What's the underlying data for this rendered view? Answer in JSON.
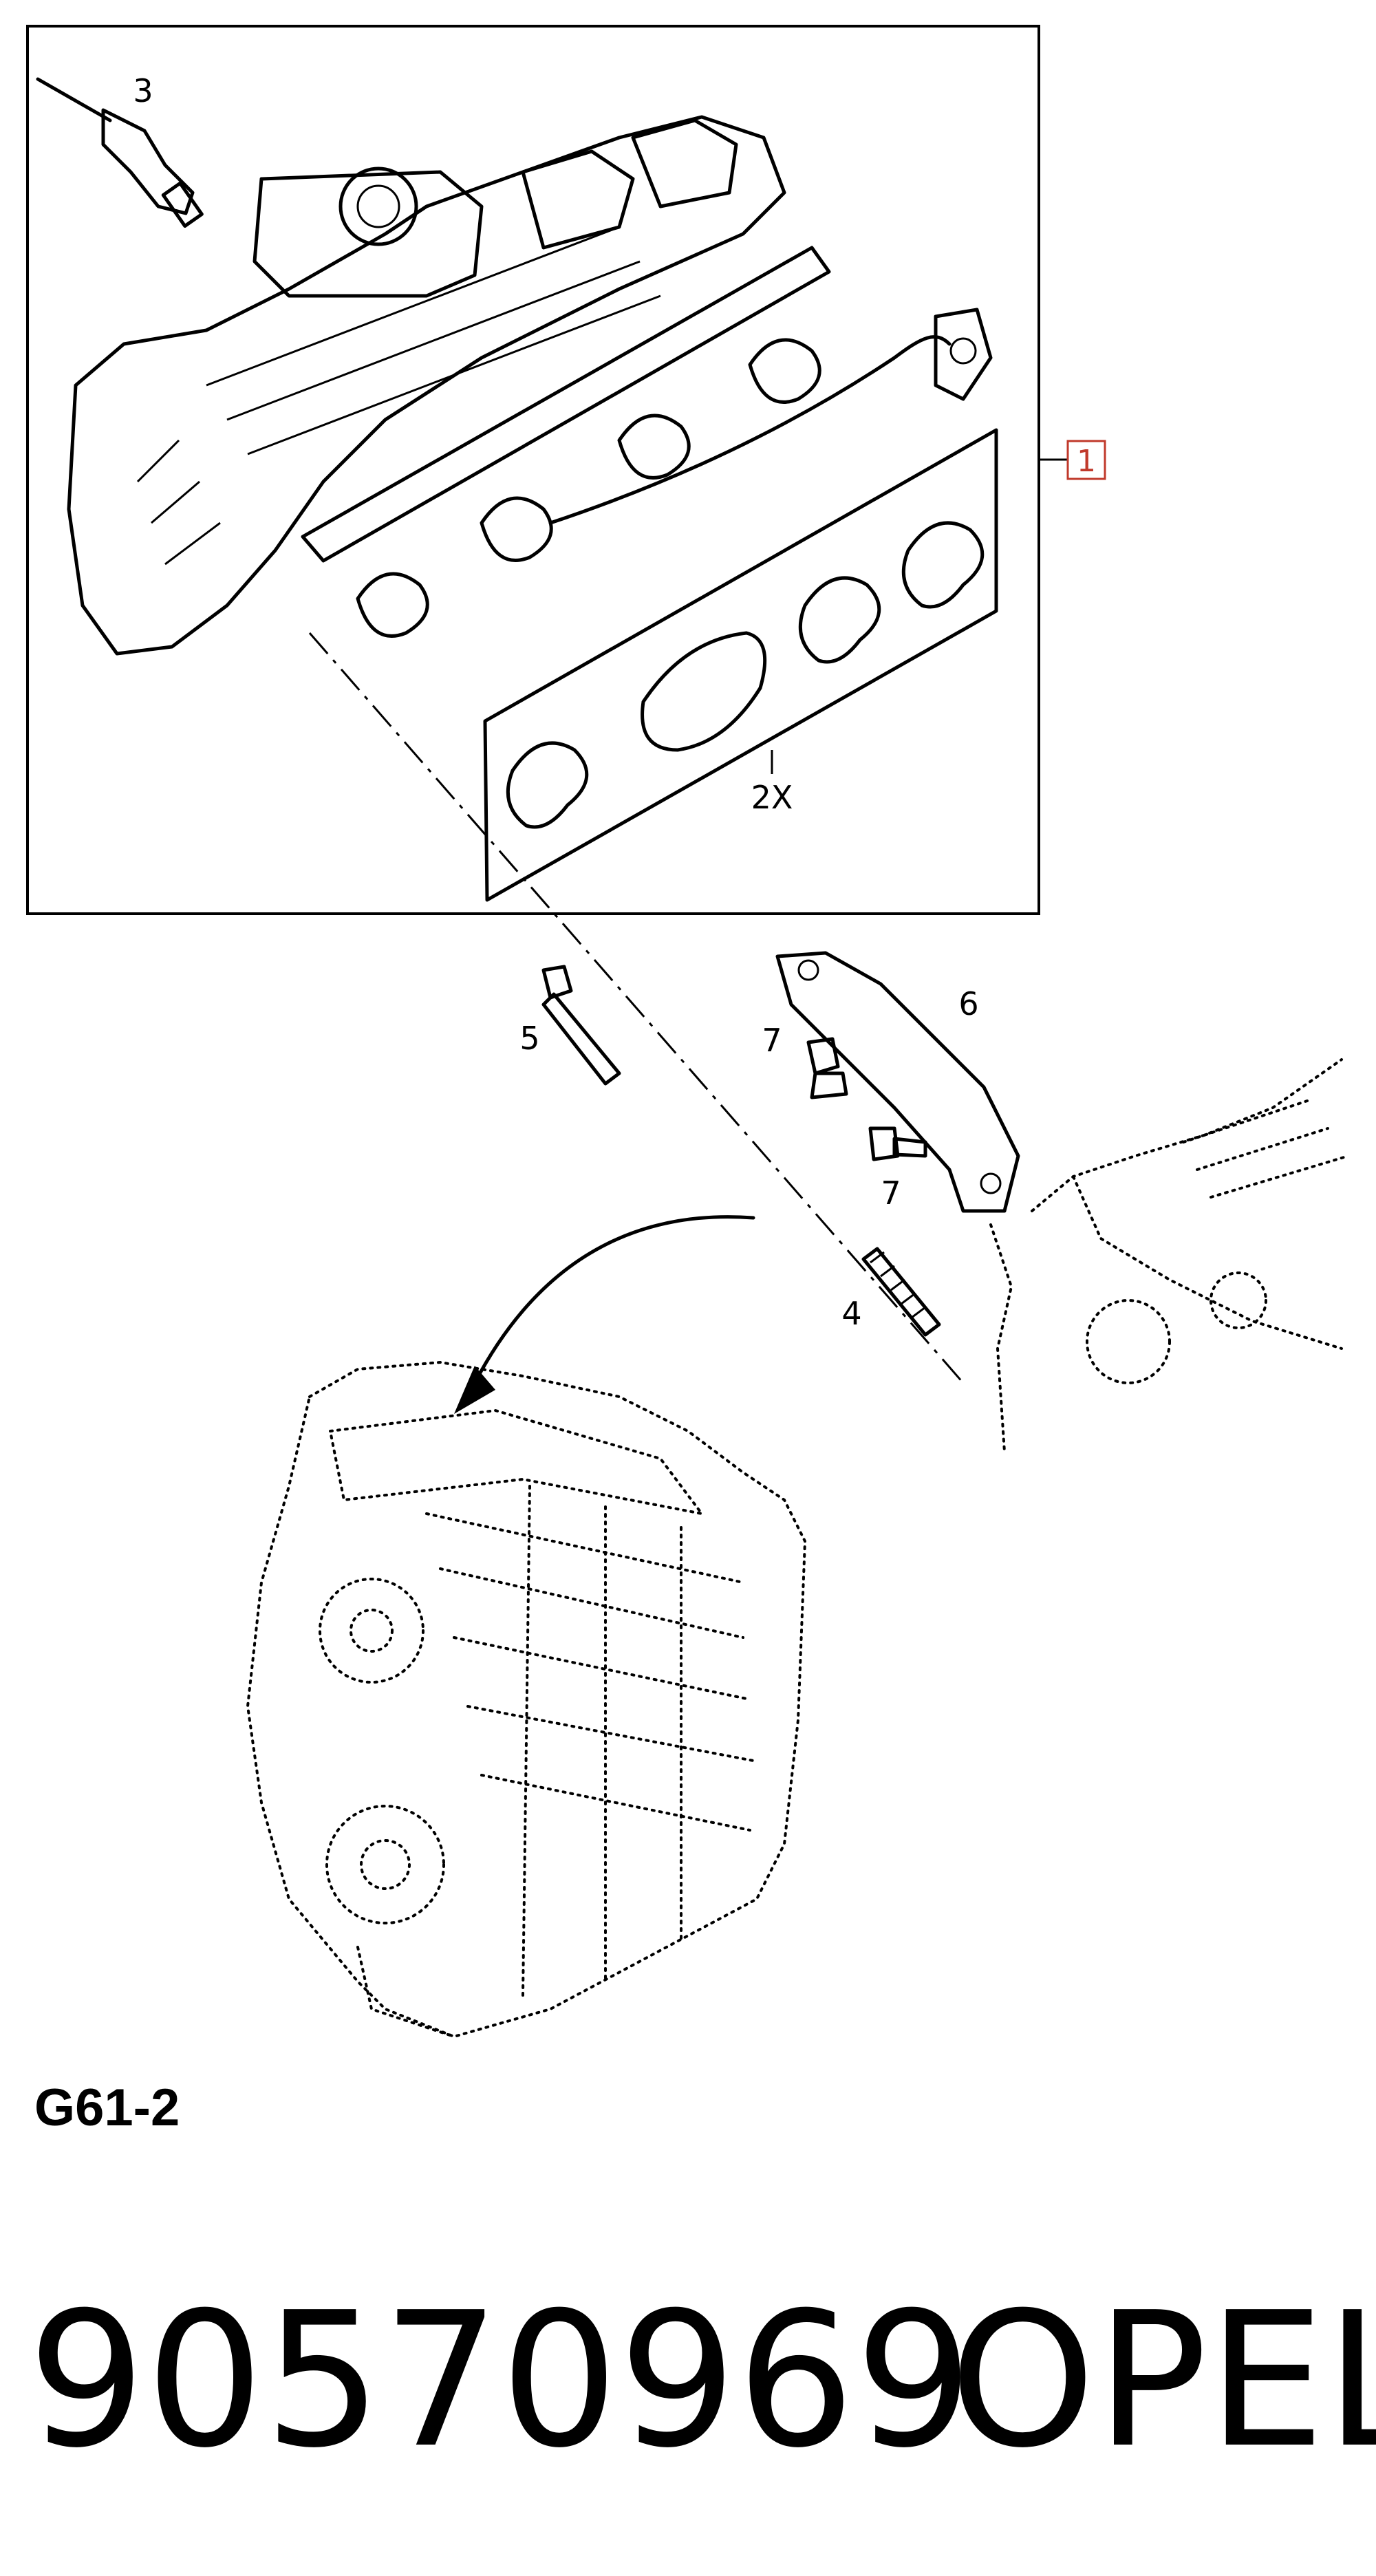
{
  "callouts": {
    "c1": "1",
    "c2x": "2X",
    "c3": "3",
    "c4": "4",
    "c5": "5",
    "c6": "6",
    "c7a": "7",
    "c7b": "7"
  },
  "figure_code": "G61-2",
  "footer": {
    "part_number": "90570969",
    "brand": "OPEL"
  },
  "colors": {
    "line": "#000000",
    "callout_box": "#c0392b",
    "background": "#ffffff"
  }
}
